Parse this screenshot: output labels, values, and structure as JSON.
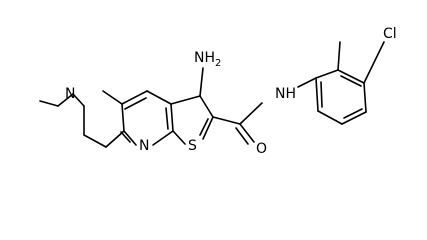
{
  "molecule": {
    "atoms": {
      "amine": "NH",
      "amine_sub": "2",
      "ring_n": "N",
      "pyridine_n": "N",
      "sulfur": "S",
      "amide_nh": "NH",
      "carbonyl_o": "O",
      "chlorine": "Cl"
    }
  },
  "colors": {
    "bond": "#000000",
    "text": "#000000",
    "background": "#ffffff"
  }
}
